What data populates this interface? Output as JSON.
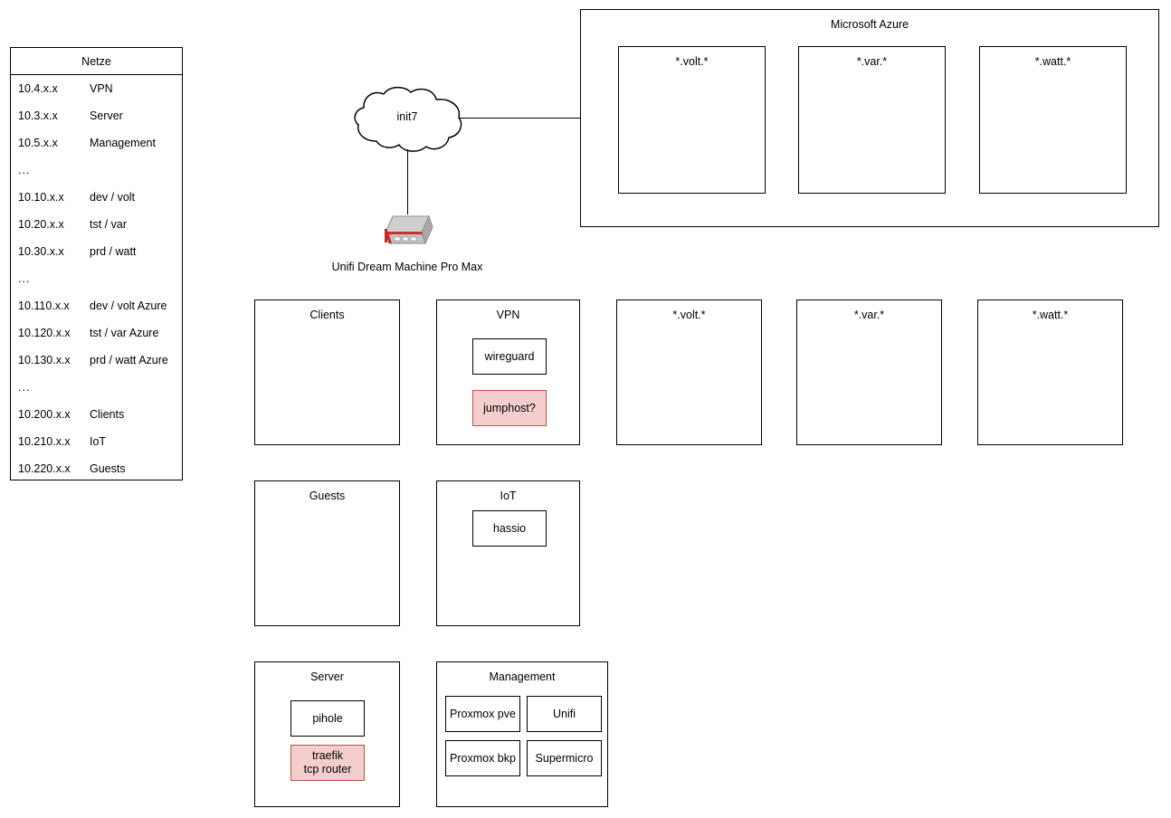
{
  "netze": {
    "title": "Netze",
    "rows": [
      {
        "cidr": "10.4.x.x",
        "name": "VPN"
      },
      {
        "cidr": "10.3.x.x",
        "name": "Server"
      },
      {
        "cidr": "10.5.x.x",
        "name": "Management"
      },
      {
        "cidr": "...",
        "name": ""
      },
      {
        "cidr": "10.10.x.x",
        "name": "dev / volt"
      },
      {
        "cidr": "10.20.x.x",
        "name": "tst / var"
      },
      {
        "cidr": "10.30.x.x",
        "name": "prd / watt"
      },
      {
        "cidr": "...",
        "name": ""
      },
      {
        "cidr": "10.110.x.x",
        "name": "dev / volt Azure"
      },
      {
        "cidr": "10.120.x.x",
        "name": "tst / var Azure"
      },
      {
        "cidr": "10.130.x.x",
        "name": "prd / watt Azure"
      },
      {
        "cidr": "...",
        "name": ""
      },
      {
        "cidr": "10.200.x.x",
        "name": "Clients"
      },
      {
        "cidr": "10.210.x.x",
        "name": "IoT"
      },
      {
        "cidr": "10.220.x.x",
        "name": "Guests"
      }
    ]
  },
  "azure": {
    "title": "Microsoft Azure",
    "zones": [
      {
        "title": "*.volt.*"
      },
      {
        "title": "*.var.*"
      },
      {
        "title": "*.watt.*"
      }
    ]
  },
  "internet": {
    "cloud_label": "init7"
  },
  "gateway": {
    "caption": "Unifi Dream Machine Pro Max",
    "icon": "router-device-icon"
  },
  "vlans": {
    "clients": {
      "title": "Clients",
      "nodes": []
    },
    "vpn": {
      "title": "VPN",
      "nodes": [
        {
          "label": "wireguard",
          "state": "normal"
        },
        {
          "label": "jumphost?",
          "state": "alert"
        }
      ]
    },
    "volt": {
      "title": "*.volt.*",
      "nodes": []
    },
    "var": {
      "title": "*.var.*",
      "nodes": []
    },
    "watt": {
      "title": "*.watt.*",
      "nodes": []
    },
    "guests": {
      "title": "Guests",
      "nodes": []
    },
    "iot": {
      "title": "IoT",
      "nodes": [
        {
          "label": "hassio",
          "state": "normal"
        }
      ]
    },
    "server": {
      "title": "Server",
      "nodes": [
        {
          "label": "pihole",
          "state": "normal"
        },
        {
          "label_line1": "traefik",
          "label_line2": "tcp router",
          "state": "alert"
        }
      ]
    },
    "management": {
      "title": "Management",
      "nodes": [
        {
          "label": "Proxmox pve",
          "state": "normal"
        },
        {
          "label": "Unifi",
          "state": "normal"
        },
        {
          "label": "Proxmox bkp",
          "state": "normal"
        },
        {
          "label": "Supermicro",
          "state": "normal"
        }
      ]
    }
  },
  "colors": {
    "stroke": "#000000",
    "background": "#ffffff",
    "alert_fill": "#f3cecc",
    "alert_stroke": "#b85450",
    "device_body": "#bfbfbf",
    "device_accent": "#cc2222"
  }
}
